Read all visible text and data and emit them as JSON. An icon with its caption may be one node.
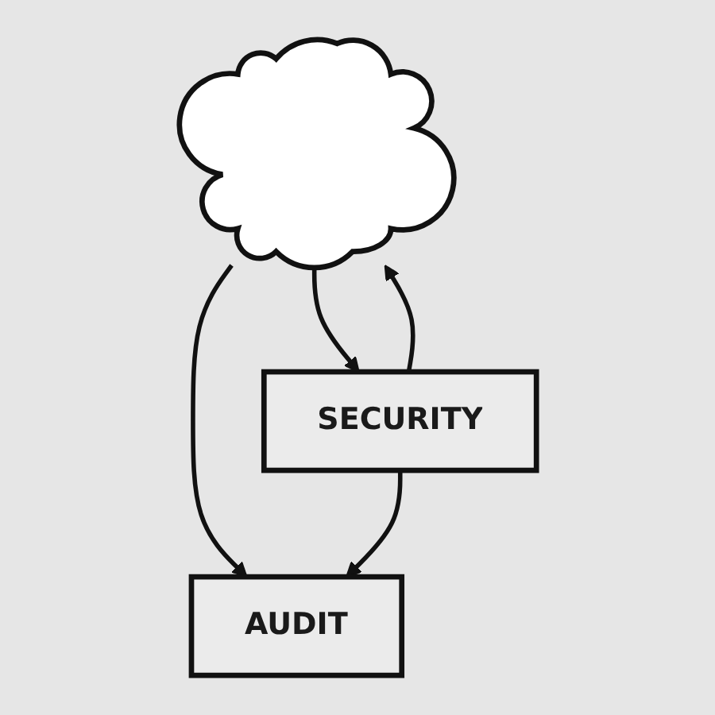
{
  "diagram": {
    "nodes": [
      {
        "text": [],
        "shape": "cloud"
      },
      {
        "text": [
          "SECURITY"
        ]
      },
      {
        "text": [
          "AUDIT"
        ]
      }
    ],
    "edges": [
      {
        "from": 0,
        "to": 1,
        "arrow": "to"
      },
      {
        "from": 1,
        "to": 0,
        "arrow": "to"
      },
      {
        "from": 0,
        "to": 2,
        "arrow": "to"
      },
      {
        "from": 1,
        "to": 2,
        "arrow": "to"
      }
    ]
  }
}
